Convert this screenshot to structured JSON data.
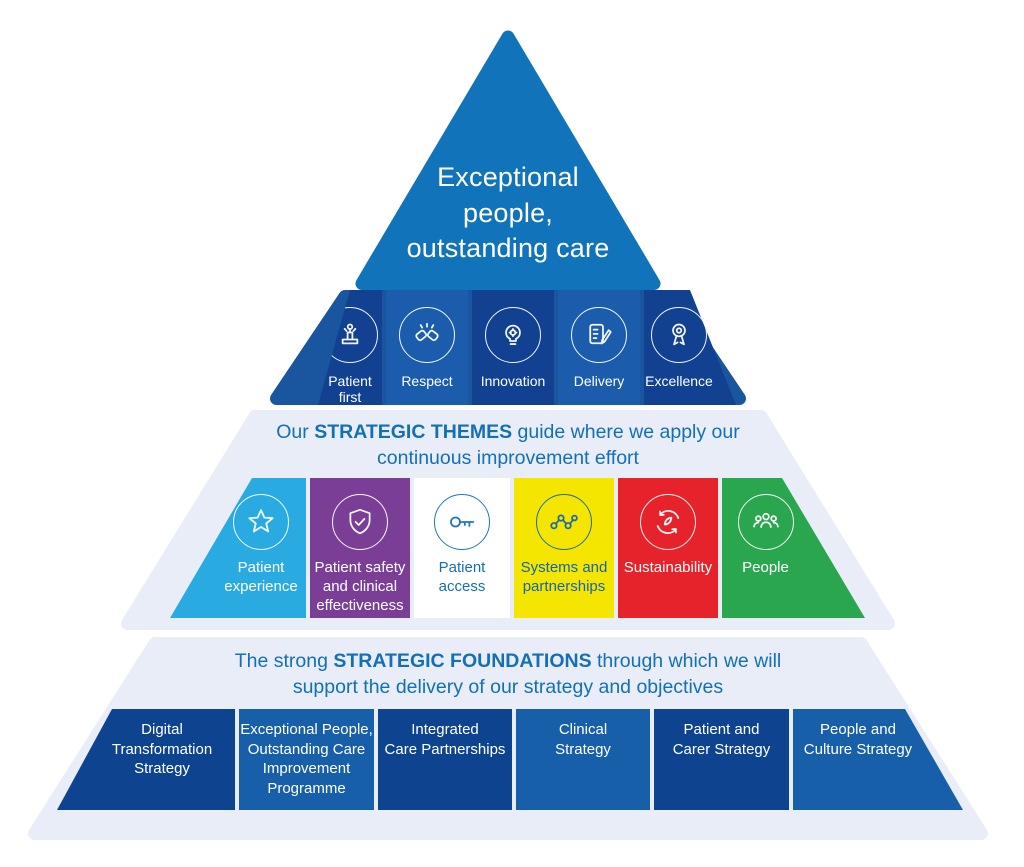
{
  "title": {
    "lines": [
      "Exceptional",
      "people,",
      "outstanding care"
    ]
  },
  "colors": {
    "triangle_blue": "#1173b9",
    "values_band_blue": "#1a55a0",
    "lavender_band": "#e9edf7",
    "heading_blue": "#1470b6",
    "cell_dark_blue": "#114190",
    "cell_light_blue": "#1b5dac",
    "foundation_dark_blue": "#0e4390",
    "foundation_light_blue": "#175fa9",
    "white": "#ffffff"
  },
  "values": {
    "items": [
      {
        "label": "Patient first",
        "icon": "podium-icon",
        "bg": "#114190",
        "fg": "#ffffff"
      },
      {
        "label": "Respect",
        "icon": "fist-bump-icon",
        "bg": "#1b5dac",
        "fg": "#ffffff"
      },
      {
        "label": "Innovation",
        "icon": "lightbulb-gear-icon",
        "bg": "#114190",
        "fg": "#ffffff"
      },
      {
        "label": "Delivery",
        "icon": "clipboard-pencil-icon",
        "bg": "#1b5dac",
        "fg": "#ffffff"
      },
      {
        "label": "Excellence",
        "icon": "medal-icon",
        "bg": "#114190",
        "fg": "#ffffff"
      }
    ]
  },
  "themes": {
    "heading": {
      "line1_pre": "Our ",
      "line1_strong": "STRATEGIC THEMES",
      "line1_post": " guide where we apply our",
      "line2": "continuous improvement effort"
    },
    "items": [
      {
        "label": "Patient experience",
        "lines": [
          "Patient",
          "experience"
        ],
        "icon": "star-icon",
        "bg": "#29abe2",
        "fg": "#ffffff"
      },
      {
        "label": "Patient safety and clinical effectiveness",
        "lines": [
          "Patient safety",
          "and clinical",
          "effectiveness"
        ],
        "icon": "shield-check-icon",
        "bg": "#7a3e97",
        "fg": "#ffffff"
      },
      {
        "label": "Patient access",
        "lines": [
          "Patient",
          "access"
        ],
        "icon": "key-icon",
        "bg": "#ffffff",
        "fg": "#1470b6"
      },
      {
        "label": "Systems and partnerships",
        "lines": [
          "Systems and",
          "partnerships"
        ],
        "icon": "network-icon",
        "bg": "#f4e600",
        "fg": "#1565ad"
      },
      {
        "label": "Sustainability",
        "lines": [
          "Sustainability"
        ],
        "icon": "recycle-leaves-icon",
        "bg": "#e6232a",
        "fg": "#ffffff"
      },
      {
        "label": "People",
        "lines": [
          "People"
        ],
        "icon": "people-group-icon",
        "bg": "#2aa64f",
        "fg": "#ffffff"
      }
    ]
  },
  "foundations": {
    "heading": {
      "line1_pre": "The strong ",
      "line1_strong": "STRATEGIC FOUNDATIONS",
      "line1_post": " through which we will",
      "line2": "support the delivery of our strategy and objectives"
    },
    "items": [
      {
        "label": "Digital Transformation Strategy",
        "lines": [
          "Digital",
          "Transformation",
          "Strategy"
        ],
        "bg": "#0e4390",
        "fg": "#ffffff"
      },
      {
        "label": "Exceptional People, Outstanding Care Improvement Programme",
        "lines": [
          "Exceptional People,",
          "Outstanding Care",
          "Improvement",
          "Programme"
        ],
        "bg": "#175fa9",
        "fg": "#ffffff"
      },
      {
        "label": "Integrated Care Partnerships",
        "lines": [
          "Integrated",
          "Care Partnerships"
        ],
        "bg": "#0e4390",
        "fg": "#ffffff"
      },
      {
        "label": "Clinical Strategy",
        "lines": [
          "Clinical",
          "Strategy"
        ],
        "bg": "#175fa9",
        "fg": "#ffffff"
      },
      {
        "label": "Patient and Carer Strategy",
        "lines": [
          "Patient and",
          "Carer Strategy"
        ],
        "bg": "#0e4390",
        "fg": "#ffffff"
      },
      {
        "label": "People and Culture Strategy",
        "lines": [
          "People and",
          "Culture Strategy"
        ],
        "bg": "#175fa9",
        "fg": "#ffffff"
      }
    ]
  }
}
